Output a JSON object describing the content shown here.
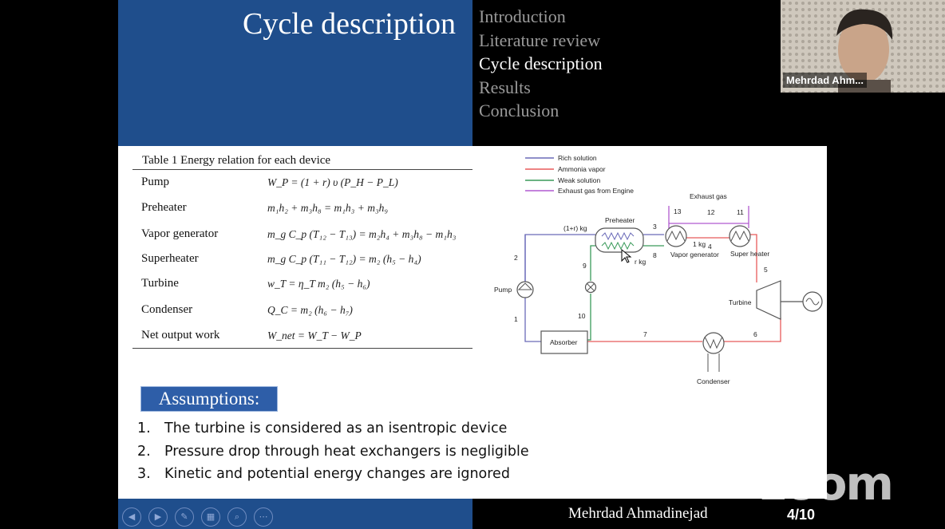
{
  "slide": {
    "title": "Cycle description",
    "nav": [
      "Introduction",
      "Literature review",
      "Cycle description",
      "Results",
      "Conclusion"
    ],
    "table_caption": "Table 1 Energy relation for each device",
    "table_rows": [
      {
        "device": "Pump",
        "equation": "W_P = (1 + r) υ (P_H − P_L)"
      },
      {
        "device": "Preheater",
        "equation": "m₁h₂ + m₃h₈ = m₁h₃ + m₃h₉"
      },
      {
        "device": "Vapor generator",
        "equation": "m_g C_p (T₁₂ − T₁₃) = m₂h₄ + m₃h₈ − m₁h₃"
      },
      {
        "device": "Superheater",
        "equation": "m_g C_p (T₁₁ − T₁₂) = m₂ (h₅ − h₄)"
      },
      {
        "device": "Turbine",
        "equation": "w_T = η_T m₂ (h₅ − h₆)"
      },
      {
        "device": "Condenser",
        "equation": "Q_C = m₂ (h₆ − h₇)"
      },
      {
        "device": "Net output work",
        "equation": "W_net = W_T − W_P"
      }
    ],
    "assumptions_title": "Assumptions:",
    "assumptions": [
      {
        "num": "1.",
        "text": "The turbine is considered as an isentropic device"
      },
      {
        "num": "2.",
        "text": "Pressure drop through heat exchangers is negligible"
      },
      {
        "num": "3.",
        "text": "Kinetic and potential energy changes are ignored"
      }
    ],
    "author": "Mehrdad Ahmadinejad",
    "page": "4/10"
  },
  "diagram": {
    "legend": [
      "Rich solution",
      "Ammonia vapor",
      "Weak solution",
      "Exhaust gas from Engine"
    ],
    "legend_colors": [
      "#6a6ab8",
      "#e85a5a",
      "#3a9a5a",
      "#b05ad0"
    ],
    "labels": {
      "exhaust_gas": "Exhaust gas",
      "preheater": "Preheater",
      "vapor_generator": "Vapor generator",
      "super_heater": "Super heater",
      "pump": "Pump",
      "turbine": "Turbine",
      "absorber": "Absorber",
      "condenser": "Condenser",
      "flow_rich": "(1+r) kg",
      "flow_vapor": "1 kg",
      "flow_weak": "r kg",
      "states": [
        "1",
        "2",
        "3",
        "4",
        "5",
        "6",
        "7",
        "8",
        "9",
        "10",
        "11",
        "12",
        "13"
      ]
    }
  },
  "webcam": {
    "name": "Mehrdad Ahm..."
  },
  "watermark": "zoom",
  "controls": [
    "prev-icon",
    "next-icon",
    "pen-icon",
    "slides-icon",
    "zoom-icon",
    "more-icon"
  ]
}
